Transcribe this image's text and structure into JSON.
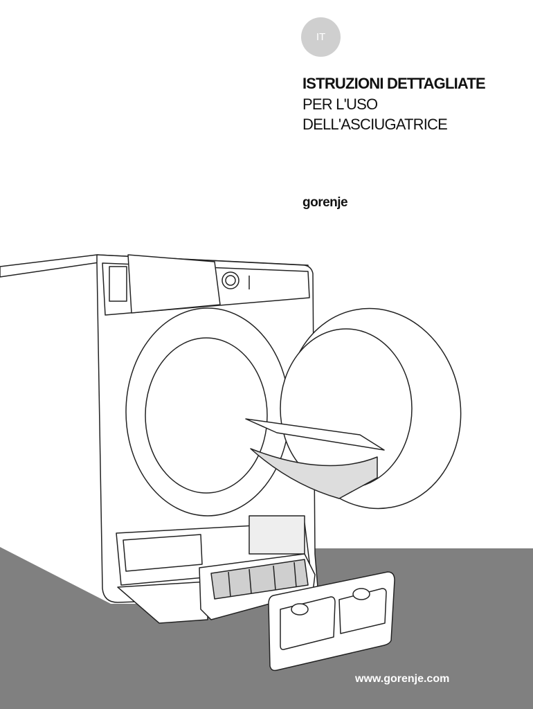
{
  "language_badge": "IT",
  "title": {
    "line1": "ISTRUZIONI DETTAGLIATE",
    "line2": "PER L'USO",
    "line3": "DELL'ASCIUGATRICE"
  },
  "brand": "gorenje",
  "website": "www.gorenje.com",
  "colors": {
    "floor": "#808080",
    "badge": "#cfcfcf"
  }
}
